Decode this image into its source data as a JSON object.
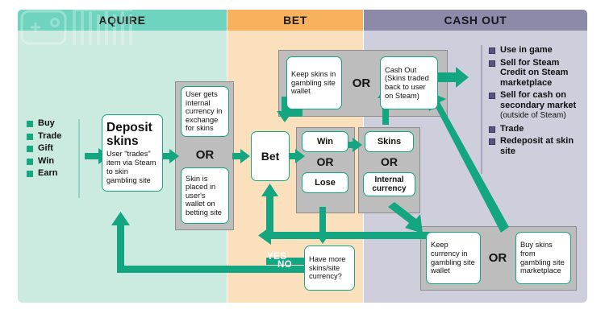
{
  "columns": [
    {
      "key": "acquire",
      "title": "AQUIRE",
      "color": "#6ed3bf",
      "bg": "#cbeae0"
    },
    {
      "key": "bet",
      "title": "BET",
      "color": "#f8b15c",
      "bg": "#fae0bd"
    },
    {
      "key": "cashout",
      "title": "CASH OUT",
      "color": "#8d89a8",
      "bg": "#cfcedd"
    }
  ],
  "left_legend": {
    "marker_color": "#15a77e",
    "items": [
      "Buy",
      "Trade",
      "Gift",
      "Win",
      "Earn"
    ]
  },
  "right_legend": {
    "marker_color": "#5a5480",
    "items": [
      {
        "main": "Use in game",
        "note": ""
      },
      {
        "main": "Sell for Steam Credit on Steam marketplace",
        "note": ""
      },
      {
        "main": "Sell for cash on secondary market",
        "note": "(outside of Steam)"
      },
      {
        "main": "Trade",
        "note": ""
      },
      {
        "main": "Redeposit at skin site",
        "note": ""
      }
    ]
  },
  "nodes": {
    "deposit": {
      "title": "Deposit skins",
      "body": "User \"trades\" item via Steam to skin gambling site"
    },
    "user_gets_currency": {
      "text": "User gets internal currency in exchange for skins"
    },
    "skin_placed": {
      "text": "Skin is placed in user's wallet on betting site"
    },
    "bet": {
      "text": "Bet"
    },
    "win": {
      "text": "Win"
    },
    "lose": {
      "text": "Lose"
    },
    "skins": {
      "text": "Skins"
    },
    "internal_currency": {
      "text": "Internal currency"
    },
    "keep_skins": {
      "text": "Keep skins in gambling site wallet"
    },
    "cash_out": {
      "text": "Cash Out (Skins traded back to user on Steam)"
    },
    "keep_currency": {
      "text": "Keep currency in gambling site wallet"
    },
    "buy_skins": {
      "text": "Buy skins from gambling site marketplace"
    },
    "decision": {
      "text": "Have more skins/site currency?"
    }
  },
  "or_labels": {
    "acquire_or": "OR",
    "winlose_or": "OR",
    "skins_or": "OR",
    "top_or": "OR",
    "bottom_or": "OR"
  },
  "branch_labels": {
    "yes": "YES",
    "no": "NO"
  },
  "colors": {
    "arrow": "#13a680",
    "card_border": "#14a77f",
    "group_fill": "#bdbdbd",
    "group_stroke": "#8d8d8d",
    "teal_marker": "#15a77e",
    "purple_marker": "#5a5480"
  },
  "watermark": {
    "name": "game-controller-watermark"
  }
}
